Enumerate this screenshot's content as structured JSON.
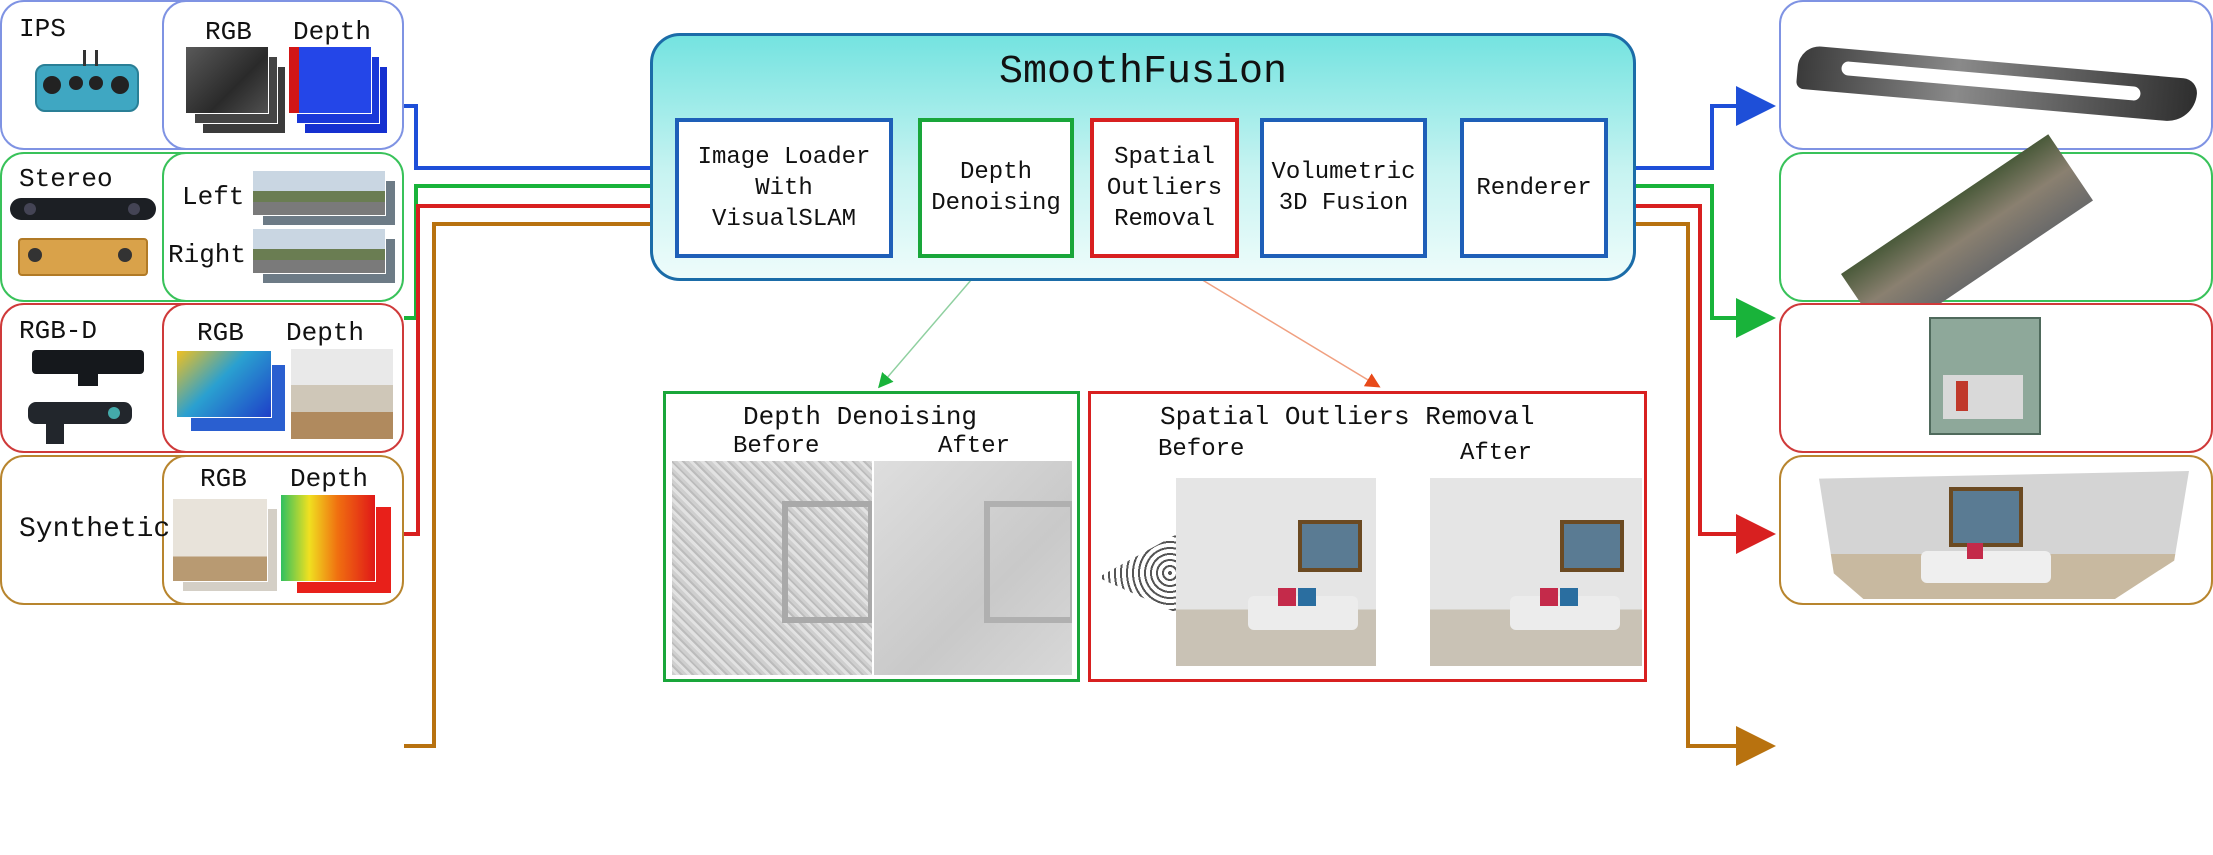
{
  "title": "SmoothFusion",
  "colors": {
    "ips": "#1e4fd8",
    "stereo": "#19b33a",
    "rgbd": "#d82020",
    "synthetic": "#b8720f",
    "panel_border_ips": "#7f93e3",
    "panel_border_stereo": "#39c25a",
    "panel_border_rgbd": "#cf3a3a",
    "panel_border_synth": "#b8852e",
    "main_border": "#1b6ca8"
  },
  "sensors": [
    {
      "label": "IPS",
      "image_labels": [
        "RGB",
        "Depth"
      ]
    },
    {
      "label": "Stereo",
      "image_labels": [
        "Left",
        "Right"
      ]
    },
    {
      "label": "RGB-D",
      "image_labels": [
        "RGB",
        "Depth"
      ]
    },
    {
      "label": "Synthetic",
      "image_labels": [
        "RGB",
        "Depth"
      ]
    }
  ],
  "modules": [
    {
      "label": "Image Loader\nWith\nVisualSLAM"
    },
    {
      "label": "Depth\nDenoising"
    },
    {
      "label": "Spatial\nOutliers\nRemoval"
    },
    {
      "label": "Volumetric\n3D Fusion"
    },
    {
      "label": "Renderer"
    }
  ],
  "detail_panels": {
    "denoising": {
      "title": "Depth Denoising",
      "before": "Before",
      "after": "After"
    },
    "outliers": {
      "title": "Spatial Outliers Removal",
      "before": "Before",
      "after": "After"
    }
  }
}
